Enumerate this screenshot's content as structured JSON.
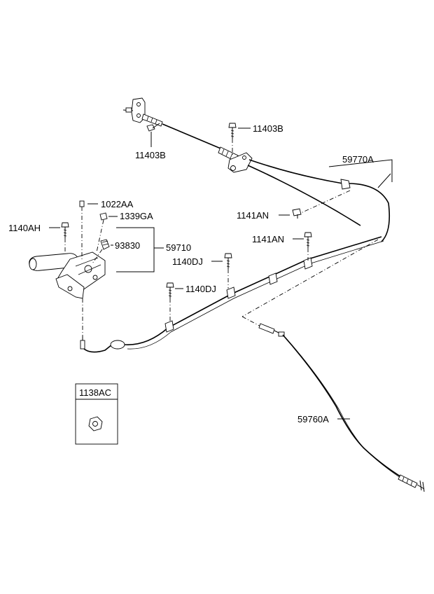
{
  "labels": {
    "p11403B_top": "11403B",
    "p11403B_left": "11403B",
    "p59770A": "59770A",
    "p1022AA": "1022AA",
    "p1339GA": "1339GA",
    "p1140AH": "1140AH",
    "p93830": "93830",
    "p59710": "59710",
    "p1141AN_a": "1141AN",
    "p1141AN_b": "1141AN",
    "p1140DJ_a": "1140DJ",
    "p1140DJ_b": "1140DJ",
    "p1138AC": "1138AC",
    "p59760A": "59760A"
  }
}
